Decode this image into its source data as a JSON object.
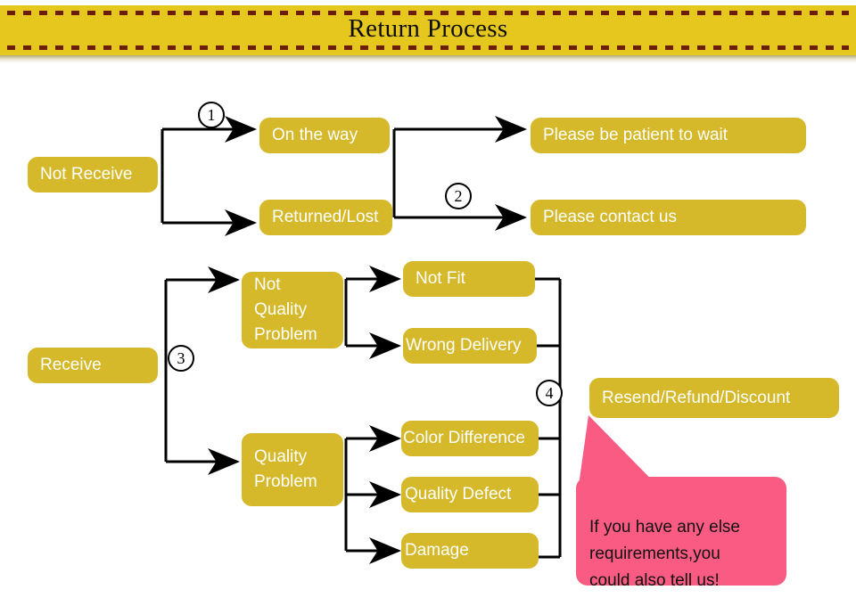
{
  "header": {
    "title": "Return Process",
    "band_color": "#e6c71e",
    "dash_color": "#6b1d08"
  },
  "theme": {
    "node_color": "#d5b92b",
    "node_text_color": "#ffffff",
    "callout_color": "#fa5b83",
    "connector_color": "#000000"
  },
  "flow": {
    "roots": [
      {
        "id": "not-receive",
        "label": "Not Receive"
      },
      {
        "id": "receive",
        "label": "Receive"
      }
    ],
    "stage2": [
      {
        "id": "on-the-way",
        "label": "On the way"
      },
      {
        "id": "returned-lost",
        "label": "Returned/Lost"
      },
      {
        "id": "not-quality-problem",
        "label": "Not\nQuality\nProblem"
      },
      {
        "id": "quality-problem",
        "label": "Quality\nProblem"
      }
    ],
    "stage3": [
      {
        "id": "please-be-patient",
        "label": "Please be patient to wait"
      },
      {
        "id": "please-contact-us",
        "label": "Please contact us"
      },
      {
        "id": "not-fit",
        "label": "Not Fit"
      },
      {
        "id": "wrong-delivery",
        "label": "Wrong Delivery"
      },
      {
        "id": "color-difference",
        "label": "Color Difference"
      },
      {
        "id": "quality-defect",
        "label": "Quality Defect"
      },
      {
        "id": "damage",
        "label": "Damage"
      }
    ],
    "outcome": {
      "id": "resend-refund-discount",
      "label": "Resend/Refund/Discount"
    },
    "step_markers": [
      {
        "id": "step-1",
        "label": "1"
      },
      {
        "id": "step-2",
        "label": "2"
      },
      {
        "id": "step-3",
        "label": "3"
      },
      {
        "id": "step-4",
        "label": "4"
      }
    ]
  },
  "callout": {
    "text": "If you have any else\nrequirements,you\ncould also tell us!"
  }
}
